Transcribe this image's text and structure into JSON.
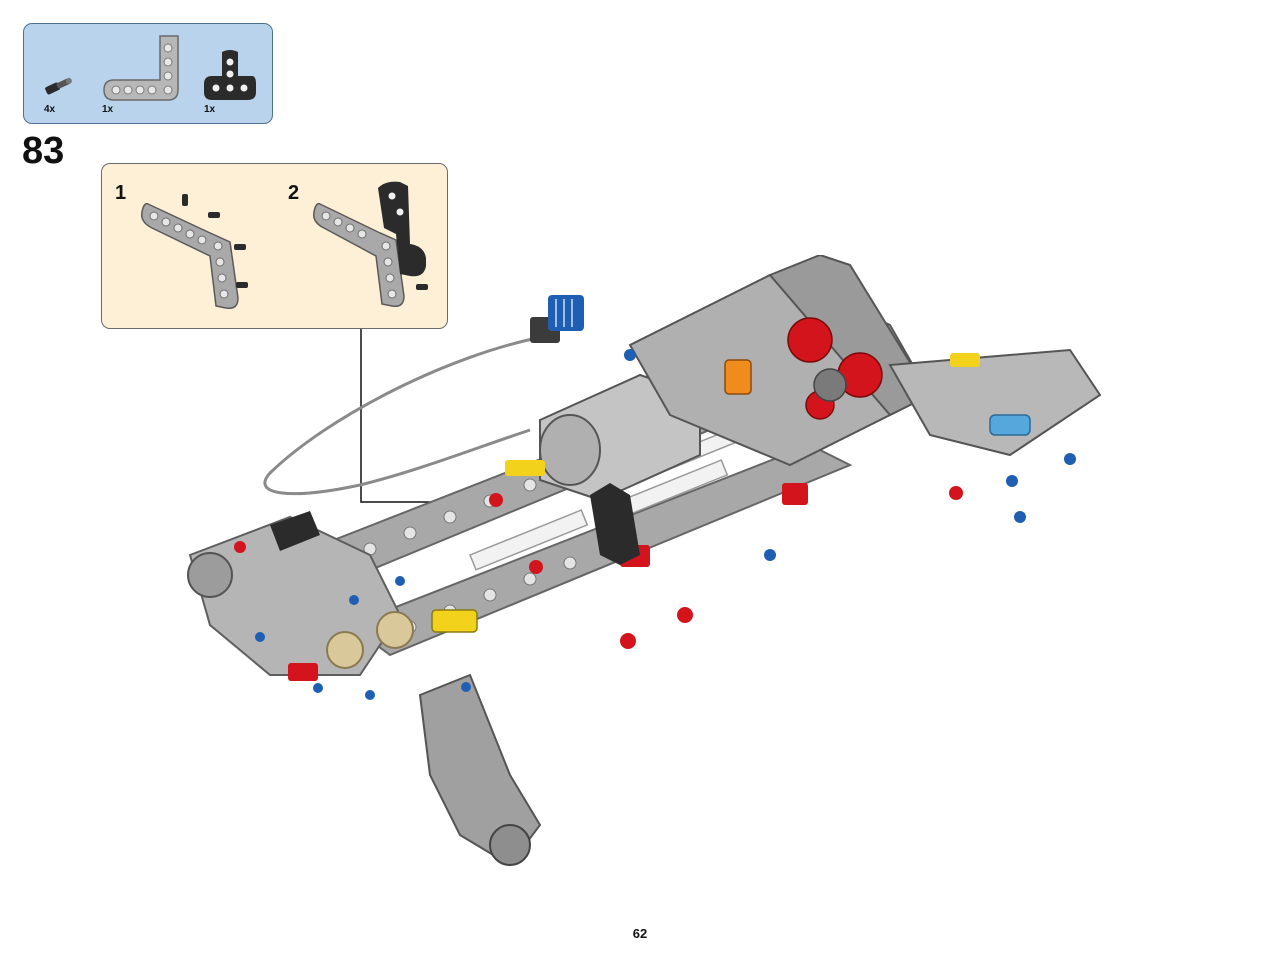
{
  "parts_list": {
    "items": [
      {
        "part": "axle-pin-icon",
        "qty": "4x"
      },
      {
        "part": "l-beam-icon",
        "qty": "1x"
      },
      {
        "part": "t-beam-icon",
        "qty": "1x"
      }
    ]
  },
  "step": {
    "number": "83"
  },
  "substeps": [
    {
      "number": "1"
    },
    {
      "number": "2"
    }
  ],
  "page": {
    "number": "62"
  },
  "colors": {
    "parts_box_bg": "#b9d3ec",
    "substep_box_bg": "#fdf0d6",
    "beam_gray": "#9a9a9a",
    "dark_part": "#2b2b2b",
    "gear_red": "#d4141c",
    "pin_blue": "#1e5fb3",
    "accent_yellow": "#f3d21c",
    "accent_orange": "#f08c1e"
  }
}
